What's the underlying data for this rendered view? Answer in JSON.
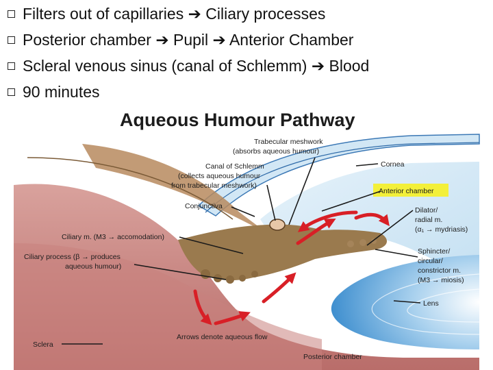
{
  "bullets": [
    {
      "parts": [
        "Filters out of capillaries",
        "Ciliary processes"
      ]
    },
    {
      "parts": [
        "Posterior chamber",
        "Pupil",
        "Anterior Chamber"
      ]
    },
    {
      "parts": [
        "Scleral venous sinus (canal of Schlemm)",
        "Blood"
      ]
    },
    {
      "parts": [
        "90 minutes"
      ]
    }
  ],
  "arrow_glyph": "➔",
  "diagram": {
    "title": "Aqueous Humour Pathway",
    "labels": {
      "trabecular_1": "Trabecular meshwork",
      "trabecular_2": "(absorbs aqueous humour)",
      "schlemm_1": "Canal of Schlemm",
      "schlemm_2": "(collects aqueous humour",
      "schlemm_3": "from trabecular meshwork)",
      "conjunctiva": "Conjunctiva",
      "cornea": "Cornea",
      "anterior_chamber": "Anterior chamber",
      "dilator_1": "Dilator/",
      "dilator_2": "radial m.",
      "dilator_3": "(α₁ → mydriasis)",
      "ciliary_m": "Ciliary m. (M3 → accomodation)",
      "ciliary_process_1": "Ciliary process (β → produces",
      "ciliary_process_2": "aqueous humour)",
      "sphincter_1": "Sphincter/",
      "sphincter_2": "circular/",
      "sphincter_3": "constrictor m.",
      "sphincter_4": "(M3 → miosis)",
      "lens": "Lens",
      "sclera": "Sclera",
      "arrows_note": "Arrows denote aqueous flow",
      "posterior_chamber": "Posterior chamber"
    },
    "colors": {
      "highlight": "#f3f03a",
      "flow_arrow": "#d81f26",
      "tissue": "#9a7a4e",
      "sclera": "#c98a86",
      "lens": "#5fa6d9"
    }
  }
}
